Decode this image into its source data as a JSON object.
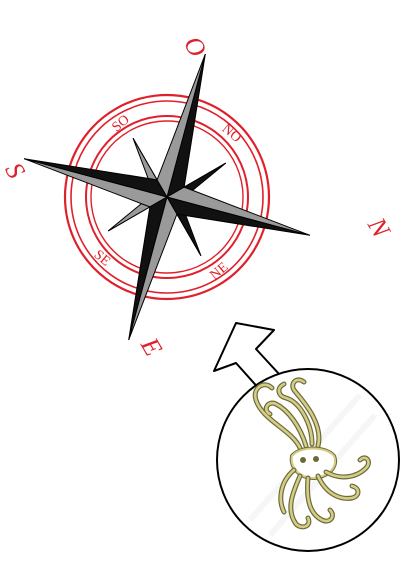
{
  "compass": {
    "cardinals": {
      "north": "N",
      "south": "S",
      "east": "E",
      "west": "O"
    },
    "intercardinals": {
      "northeast": "NE",
      "northwest": "NO",
      "southeast": "SE",
      "southwest": "SO"
    },
    "colors": {
      "rings": "#e0202a",
      "labels": "#e0202a",
      "rose_dark": "#111111",
      "rose_light": "#9a9a9a",
      "outline": "#000000"
    }
  },
  "symbol": {
    "icon": "sea-monster-spouting-icon",
    "colors": {
      "circle": "#ffffff",
      "circle_stroke": "#000000",
      "embroidery": "#c8c27a",
      "embroidery_dark": "#6d6a3a"
    }
  },
  "arrow": {
    "icon": "arrow-pointer-icon"
  }
}
